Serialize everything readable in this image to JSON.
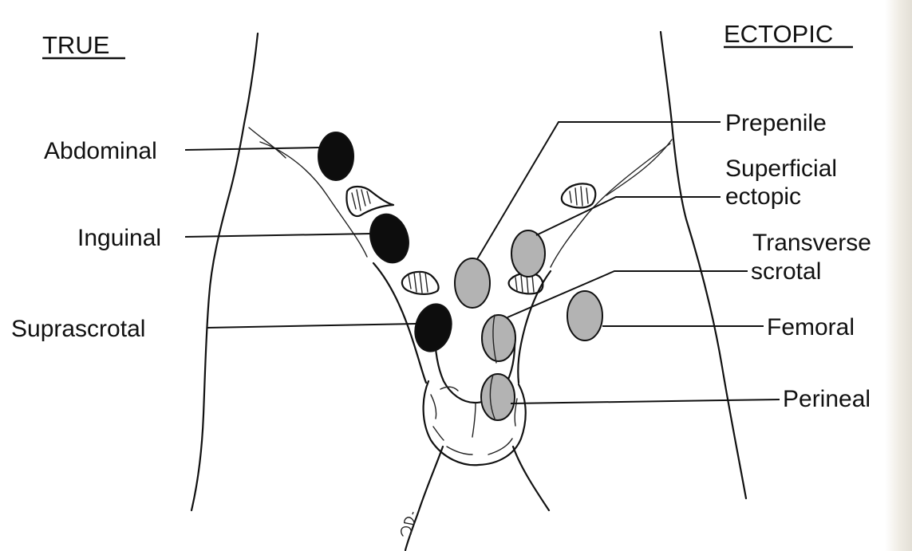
{
  "headings": {
    "true": "TRUE",
    "ectopic": "ECTOPIC"
  },
  "labels": {
    "abdominal": "Abdominal",
    "inguinal": "Inguinal",
    "suprascrotal": "Suprascrotal",
    "prepenile": "Prepenile",
    "superficial_line1": "Superficial",
    "superficial_line2": "ectopic",
    "transverse_line1": "Transverse",
    "transverse_line2": "scrotal",
    "femoral": "Femoral",
    "perineal": "Perineal"
  },
  "colors": {
    "true_testis": "#0d0d0d",
    "ectopic_testis": "#b3b3b3",
    "ink": "#111111"
  }
}
